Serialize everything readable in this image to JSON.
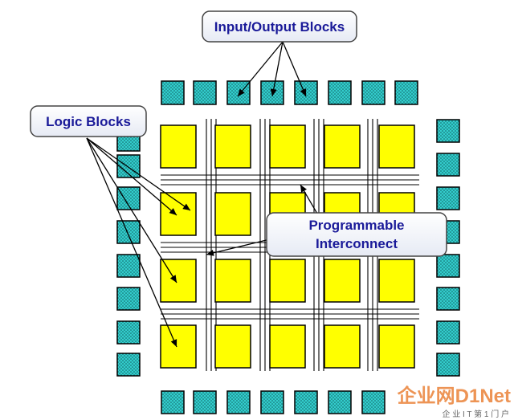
{
  "callouts": {
    "io": "Input/Output Blocks",
    "logic": "Logic Blocks",
    "interconnect_line1": "Programmable",
    "interconnect_line2": "Interconnect"
  },
  "watermark": {
    "brand": "企业网D1Net",
    "tagline": "企 业 I T 第 1 门 户"
  },
  "colors": {
    "logic_block": "#ffff00",
    "io_block": "#33cccc",
    "callout_text": "#1a1a99",
    "wire": "#000000"
  }
}
